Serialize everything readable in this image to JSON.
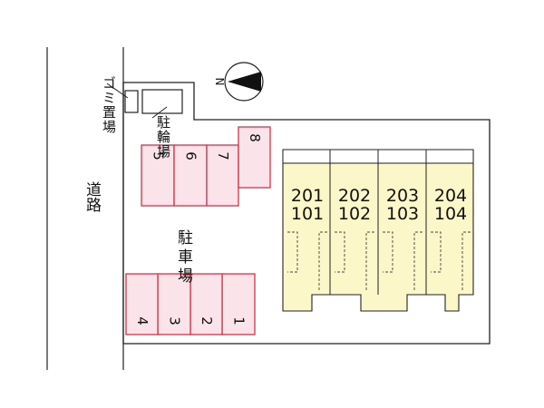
{
  "road_label": "道路",
  "garbage_label": "ゴミ置場",
  "bicycle_label": "駐輪場",
  "parking_label": "駐車場",
  "compass_label": "N",
  "parking_spaces": [
    "1",
    "2",
    "3",
    "4",
    "5",
    "6",
    "7",
    "8"
  ],
  "units": [
    {
      "upper": "201",
      "lower": "101"
    },
    {
      "upper": "202",
      "lower": "102"
    },
    {
      "upper": "203",
      "lower": "103"
    },
    {
      "upper": "204",
      "lower": "104"
    }
  ],
  "colors": {
    "parking_fill": "#fbe3ea",
    "parking_stroke": "#d9304a",
    "building_fill": "#fbf7c9",
    "outline": "#222222"
  }
}
